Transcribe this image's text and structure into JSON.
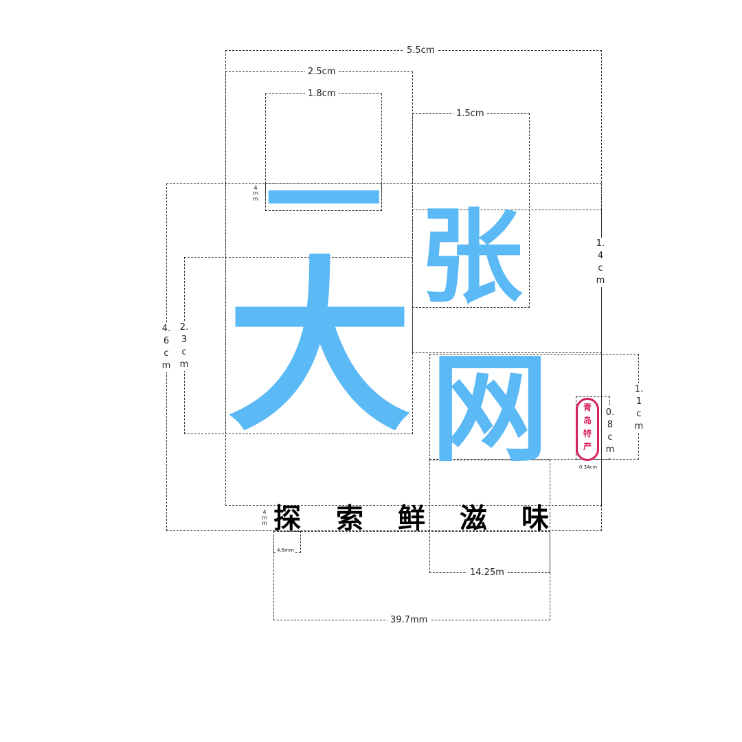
{
  "headline": {
    "char_1": "一",
    "char_2": "张",
    "char_3": "大",
    "char_4": "网",
    "color": "#5bb9f5"
  },
  "seal": {
    "chars": [
      "青",
      "岛",
      "特",
      "产"
    ],
    "color": "#d61f5d"
  },
  "slogan": {
    "chars": [
      "探",
      "索",
      "鲜",
      "滋",
      "味"
    ],
    "color": "#000000"
  },
  "dimensions": {
    "total_width": "5.5cm",
    "da_block_width": "2.5cm",
    "yi_width": "1.8cm",
    "zhang_width": "1.5cm",
    "yi_height": "4mm",
    "total_height": "4.6cm",
    "da_height": "2.3cm",
    "zhang_height": "1.4cm",
    "wang_height": "1.1cm",
    "seal_height": "0.8cm",
    "seal_width": "0.34cm",
    "slogan_height": "4mm",
    "slogan_char_width": "4.6mm",
    "wang_width": "14.25m",
    "slogan_width": "39.7mm"
  }
}
